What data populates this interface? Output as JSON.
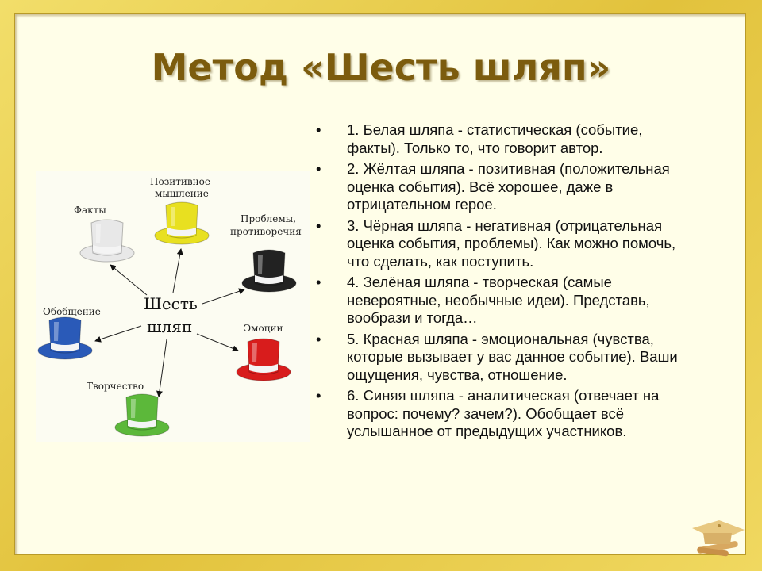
{
  "title": "Метод «Шесть шляп»",
  "diagram": {
    "center_line1": "Шесть",
    "center_line2": "шляп",
    "labels": {
      "white": "Факты",
      "yellow_1": "Позитивное",
      "yellow_2": "мышление",
      "black_1": "Проблемы,",
      "black_2": "противоречия",
      "blue": "Обобщение",
      "red": "Эмоции",
      "green": "Творчество"
    },
    "colors": {
      "white": "#e8e8e8",
      "yellow": "#e8e020",
      "black": "#222222",
      "blue": "#2a5ab8",
      "red": "#d81c1c",
      "green": "#5cb83a"
    }
  },
  "bullet_char": "•",
  "items": [
    "1. Белая шляпа - статистическая (событие, факты). Только то, что говорит автор.",
    "2. Жёлтая шляпа - позитивная (положительная оценка события). Всё хорошее, даже в отрицательном герое.",
    "3. Чёрная шляпа - негативная (отрицательная оценка события, проблемы). Как можно помочь, что сделать, как поступить.",
    "4. Зелёная шляпа - творческая (самые невероятные, необычные идеи). Представь, вообрази и тогда…",
    " 5. Красная шляпа - эмоциональная (чувства, которые вызывает у вас данное событие). Ваши ощущения, чувства, отношение.",
    " 6. Синяя шляпа - аналитическая (отвечает на вопрос: почему? зачем?). Обобщает всё услышанное от предыдущих участников."
  ]
}
